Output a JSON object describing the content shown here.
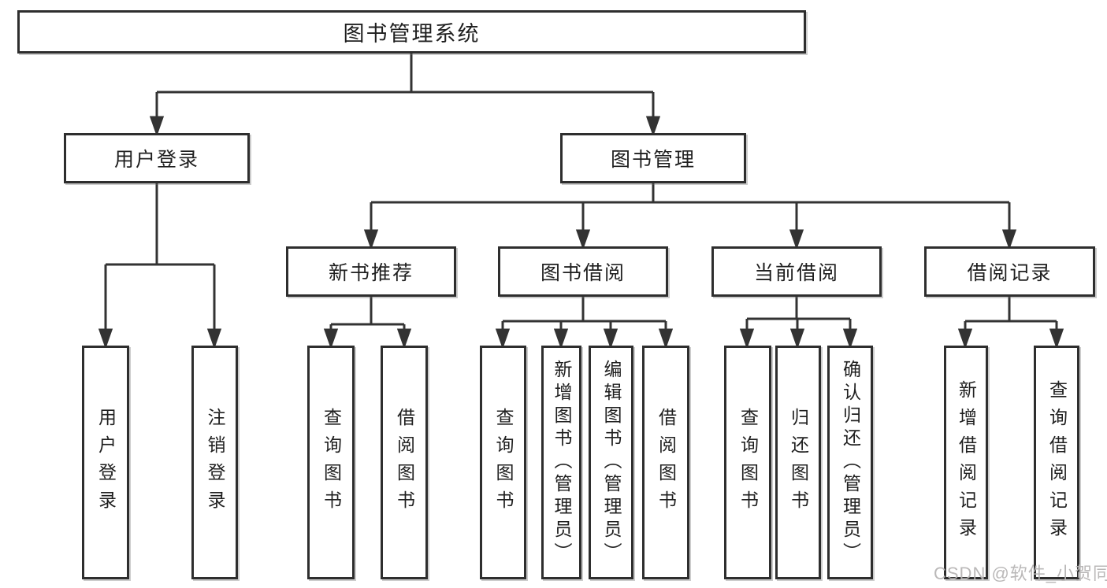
{
  "diagram": {
    "root": {
      "label": "图书管理系统"
    },
    "level2": [
      {
        "label": "用户登录"
      },
      {
        "label": "图书管理"
      }
    ],
    "level3": [
      {
        "label": "新书推荐",
        "parent": "图书管理"
      },
      {
        "label": "图书借阅",
        "parent": "图书管理"
      },
      {
        "label": "当前借阅",
        "parent": "图书管理"
      },
      {
        "label": "借阅记录",
        "parent": "图书管理"
      }
    ],
    "leaves": [
      {
        "label": "用户登录",
        "parent": "用户登录"
      },
      {
        "label": "注销登录",
        "parent": "用户登录"
      },
      {
        "label": "查询图书",
        "parent": "新书推荐"
      },
      {
        "label": "借阅图书",
        "parent": "新书推荐"
      },
      {
        "label": "查询图书",
        "parent": "图书借阅"
      },
      {
        "label": "新增图书（管理员）",
        "parent": "图书借阅"
      },
      {
        "label": "编辑图书（管理员）",
        "parent": "图书借阅"
      },
      {
        "label": "借阅图书",
        "parent": "图书借阅"
      },
      {
        "label": "查询图书",
        "parent": "当前借阅"
      },
      {
        "label": "归还图书",
        "parent": "当前借阅"
      },
      {
        "label": "确认归还（管理员）",
        "parent": "当前借阅"
      },
      {
        "label": "新增借阅记录",
        "parent": "借阅记录"
      },
      {
        "label": "查询借阅记录",
        "parent": "借阅记录"
      }
    ],
    "watermark": "CSDN @软件_小贺同学",
    "colors": {
      "line": "#333333",
      "border": "#2e2e2e",
      "text": "#1f1f1f",
      "watermark": "#b6b4b4",
      "background": "#ffffff"
    }
  }
}
